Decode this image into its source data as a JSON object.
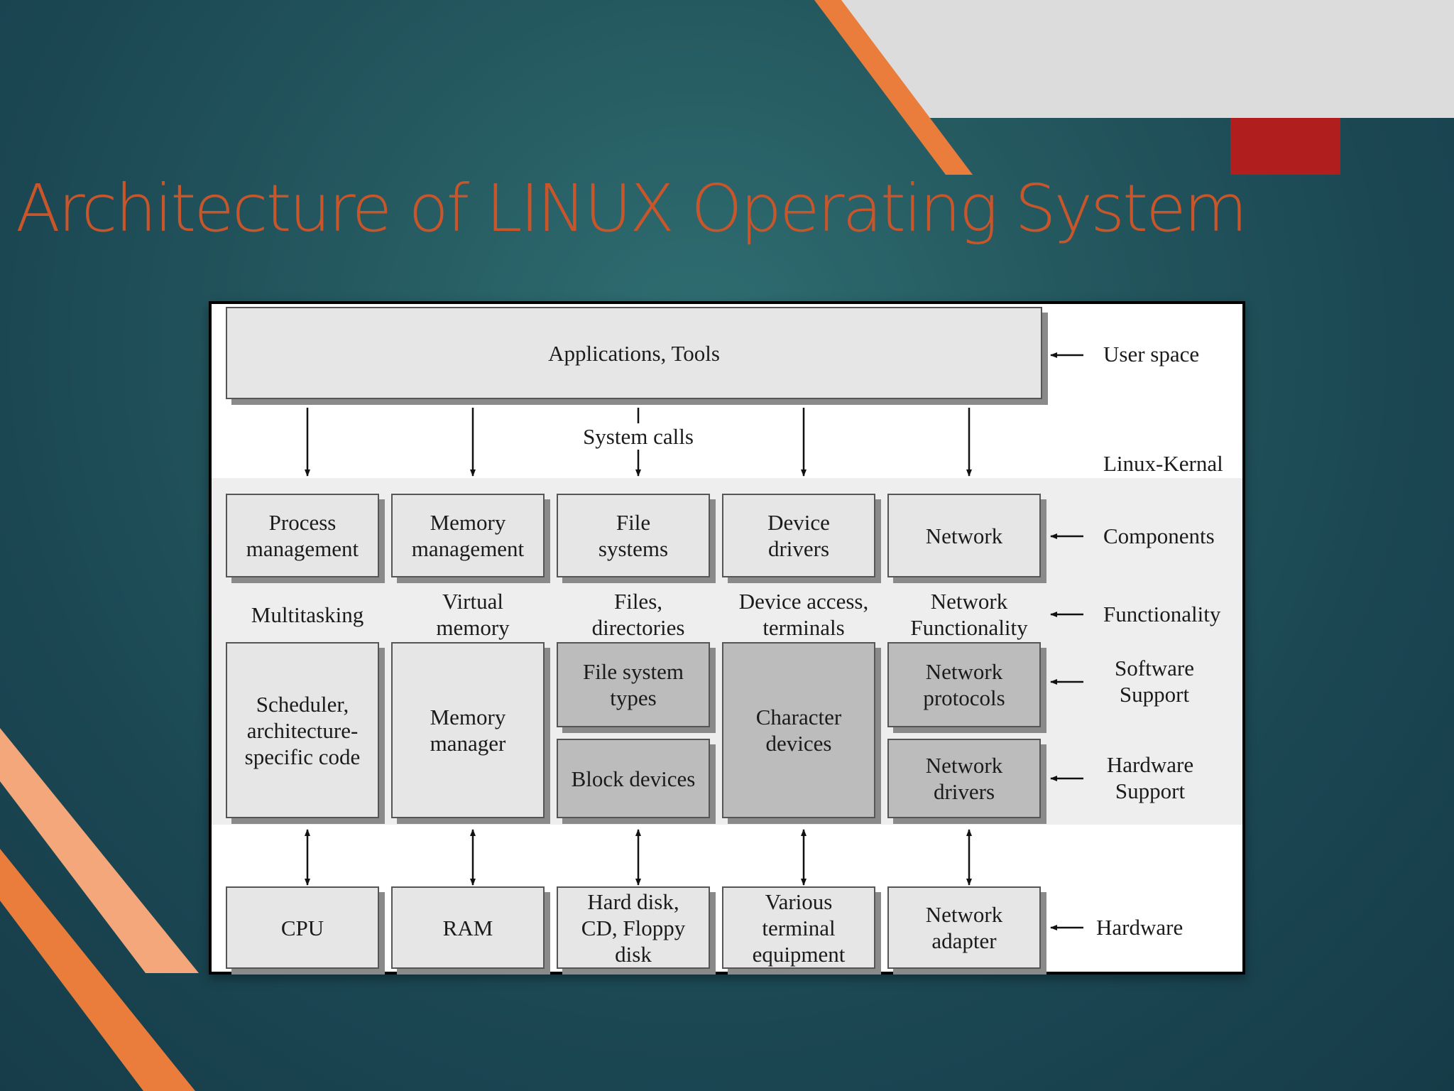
{
  "slide": {
    "title": "Architecture of LINUX Operating System",
    "colors": {
      "title": "#c8562a",
      "accent_orange": "#ea7d3c",
      "accent_peach": "#f3a77a",
      "accent_red": "#b01e1e",
      "panel_gray": "#dcdcdc"
    }
  },
  "diagram": {
    "applications": "Applications, Tools",
    "system_calls": "System calls",
    "columns": [
      {
        "component": "Process management",
        "functionality": "Multitasking",
        "support": "Scheduler, architecture-specific code",
        "hardware": "CPU"
      },
      {
        "component": "Memory management",
        "functionality": "Virtual memory",
        "support": "Memory manager",
        "hardware": "RAM"
      },
      {
        "component": "File systems",
        "functionality": "Files, directories",
        "software_support": "File system types",
        "hardware_support": "Block devices",
        "hardware": "Hard disk, CD, Floppy disk"
      },
      {
        "component": "Device drivers",
        "functionality": "Device access, terminals",
        "support": "Character devices",
        "hardware": "Various terminal equipment"
      },
      {
        "component": "Network",
        "functionality": "Network Functionality",
        "software_support": "Network protocols",
        "hardware_support": "Network drivers",
        "hardware": "Network adapter"
      }
    ],
    "layer_labels": {
      "user_space": "User space",
      "kernel": "Linux-Kernal",
      "components": "Components",
      "functionality": "Functionality",
      "software_support": "Software Support",
      "hardware_support": "Hardware Support",
      "hardware": "Hardware"
    }
  }
}
